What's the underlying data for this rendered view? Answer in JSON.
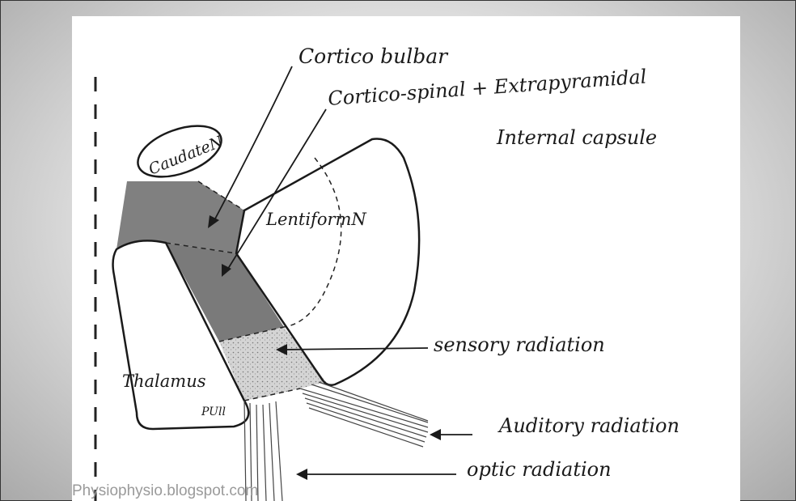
{
  "labels": {
    "caudate": "CaudateN",
    "corticobulbar": "Cortico bulbar",
    "corticospinal": "Cortico-spinal + Extrapyramidal",
    "internal_capsule": "Internal capsule",
    "lentiform": "LentiformN",
    "sensory": "sensory radiation",
    "thalamus": "Thalamus",
    "pulvinar": "PUll",
    "auditory": "Auditory radiation",
    "optic": "optic radiation"
  },
  "watermark": "Physiophysio.blogspot.com",
  "colors": {
    "page_background": "#d9d9d9",
    "figure_background": "#ffffff",
    "ink": "#1a1a1a",
    "shaded_region": "#7d7d7d",
    "stippled_region": "#cfcfcf"
  }
}
